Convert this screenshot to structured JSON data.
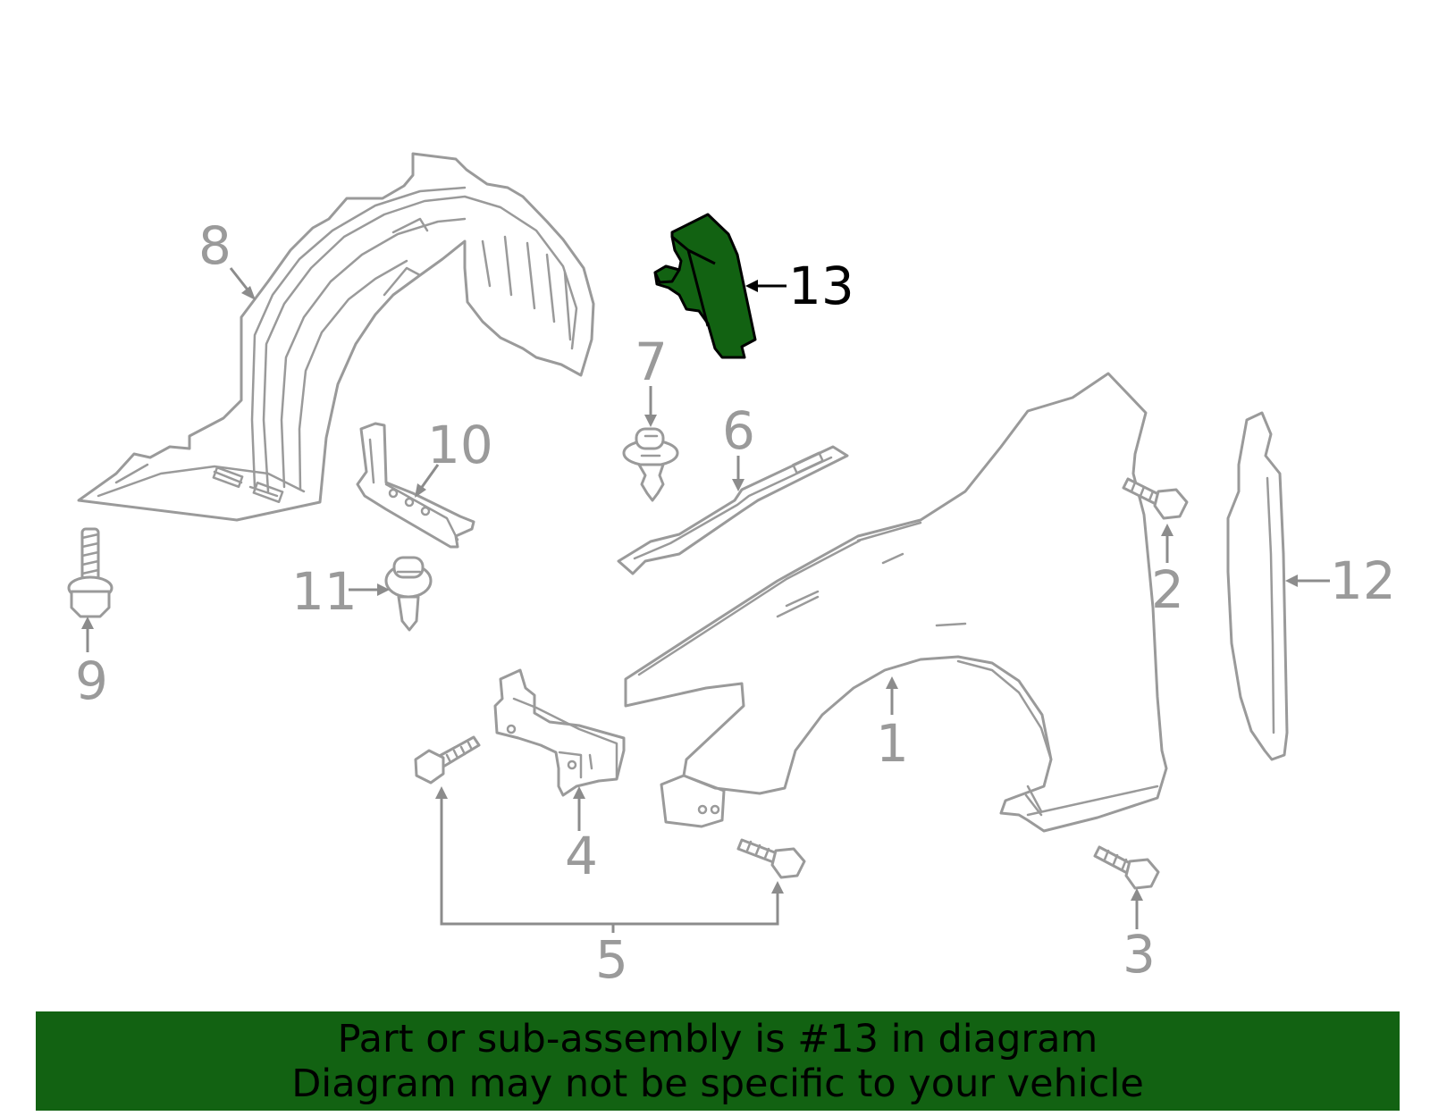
{
  "highlight_color": "#126212",
  "part_color": "#9a9a9a",
  "callouts": {
    "c1": "1",
    "c2": "2",
    "c3": "3",
    "c4": "4",
    "c5": "5",
    "c6": "6",
    "c7": "7",
    "c8": "8",
    "c9": "9",
    "c10": "10",
    "c11": "11",
    "c12": "12",
    "c13": "13"
  },
  "highlighted_part": "13",
  "banner": {
    "line1": "Part or sub-assembly is #13 in diagram",
    "line2": "Diagram may not be specific to your vehicle"
  }
}
